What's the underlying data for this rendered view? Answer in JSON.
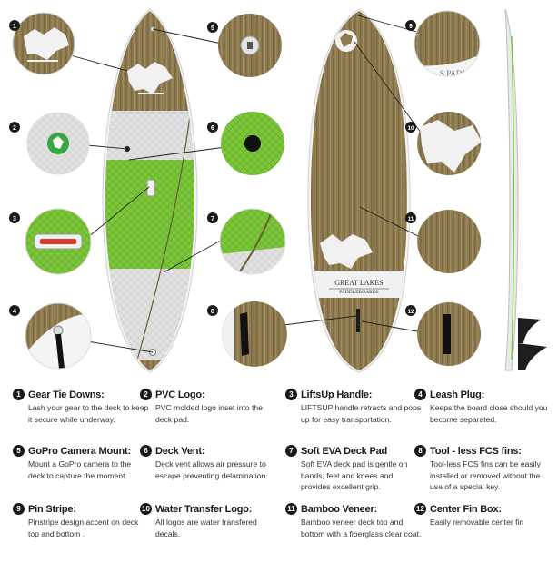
{
  "board": {
    "brand_line1": "GREAT LAKES",
    "brand_line2": "PADDLEBOARDS",
    "detail_text": "S PADDL"
  },
  "callouts": [
    "1",
    "2",
    "3",
    "4",
    "5",
    "6",
    "7",
    "8",
    "9",
    "10",
    "11",
    "12"
  ],
  "colors": {
    "bamboo": "#8d7a4f",
    "deck_green": "#7cc63a",
    "deck_pad_gray": "#dedede",
    "badge": "#1a1a1a"
  },
  "features": [
    {
      "num": "1",
      "title": "Gear Tie Downs:",
      "desc": "Lash your gear to the deck to keep it secure while underway."
    },
    {
      "num": "2",
      "title": "PVC Logo:",
      "desc": "PVC molded logo inset into the deck pad."
    },
    {
      "num": "3",
      "title": "LiftsUp Handle:",
      "desc": "LIFTSUP handle retracts and pops up for easy transportation."
    },
    {
      "num": "4",
      "title": "Leash Plug:",
      "desc": "Keeps the board close should you become separated."
    },
    {
      "num": "5",
      "title": "GoPro Camera Mount:",
      "desc": "Mount a GoPro camera to the deck to capture the moment."
    },
    {
      "num": "6",
      "title": "Deck Vent:",
      "desc": "Deck vent allows air pressure to escape preventing delamination."
    },
    {
      "num": "7",
      "title": "Soft EVA Deck Pad",
      "desc": "Soft EVA deck pad is gentle on hands, feet and knees and provides excellent grip."
    },
    {
      "num": "8",
      "title": "Tool - less FCS fins:",
      "desc": "Tool-less FCS fins can be easily installed or removed without the use of a special key."
    },
    {
      "num": "9",
      "title": "Pin Stripe:",
      "desc": "Pinstripe design accent on deck top and bottom ."
    },
    {
      "num": "10",
      "title": "Water Transfer Logo:",
      "desc": "All logos are water transfered decals."
    },
    {
      "num": "11",
      "title": "Bamboo Veneer:",
      "desc": "Bamboo veneer deck top and bottom with a fiberglass clear coat."
    },
    {
      "num": "12",
      "title": "Center Fin Box:",
      "desc": "Easily removable center fin"
    }
  ]
}
